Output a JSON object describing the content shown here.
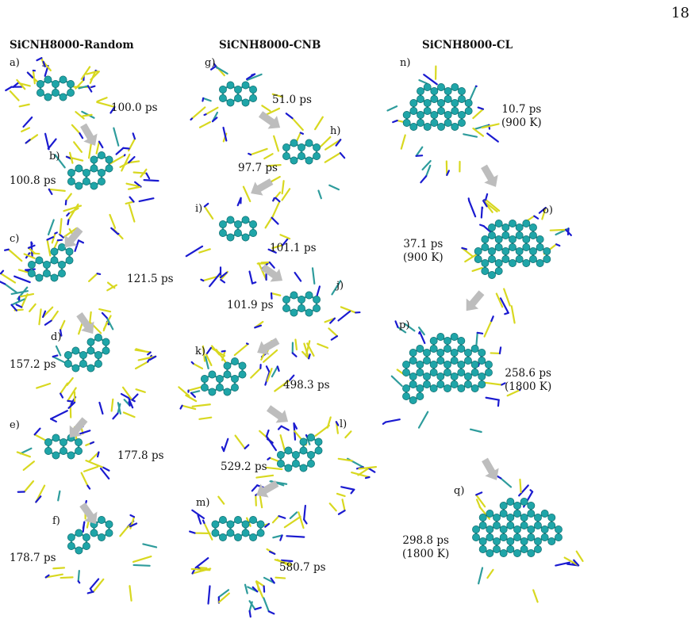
{
  "page_number": "18",
  "columns": [
    {
      "title": "SiCNH8000-Random",
      "panels": [
        {
          "label": "a)",
          "time": "100.0 ps",
          "temp": ""
        },
        {
          "label": "b)",
          "time": "100.8 ps",
          "temp": ""
        },
        {
          "label": "c)",
          "time": "121.5 ps",
          "temp": ""
        },
        {
          "label": "d)",
          "time": "157.2 ps",
          "temp": ""
        },
        {
          "label": "e)",
          "time": "177.8 ps",
          "temp": ""
        },
        {
          "label": "f)",
          "time": "178.7 ps",
          "temp": ""
        }
      ]
    },
    {
      "title": "SiCNH8000-CNB",
      "panels": [
        {
          "label": "g)",
          "time": "51.0 ps",
          "temp": ""
        },
        {
          "label": "h)",
          "time": "97.7 ps",
          "temp": ""
        },
        {
          "label": "i)",
          "time": "101.1 ps",
          "temp": ""
        },
        {
          "label": "j)",
          "time": "101.9 ps",
          "temp": ""
        },
        {
          "label": "k)",
          "time": "498.3 ps",
          "temp": ""
        },
        {
          "label": "l)",
          "time": "529.2 ps",
          "temp": ""
        },
        {
          "label": "m)",
          "time": "580.7 ps",
          "temp": ""
        }
      ]
    },
    {
      "title": "SiCNH8000-CL",
      "panels": [
        {
          "label": "n)",
          "time": "10.7 ps",
          "temp": "(900 K)"
        },
        {
          "label": "o)",
          "time": "37.1 ps",
          "temp": "(900 K)"
        },
        {
          "label": "p)",
          "time": "258.6 ps",
          "temp": "(1800 K)"
        },
        {
          "label": "q)",
          "time": "298.8 ps",
          "temp": "(1800 K)"
        }
      ]
    }
  ],
  "colors": {
    "carbon": "#1fa5a8",
    "bond_yellow": "#d8d820",
    "bond_blue": "#1a1ad0",
    "bond_teal": "#2e9c9c",
    "hydrogen": "#cccccc",
    "arrow": "#bdbdbd"
  }
}
